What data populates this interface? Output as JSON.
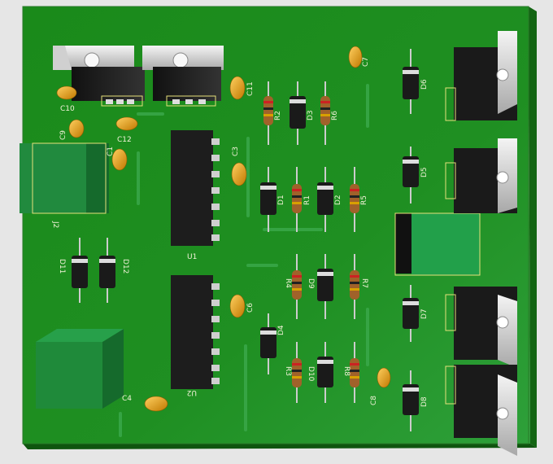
{
  "board": {
    "colors": {
      "background": "#e6e6e6",
      "pcb_green": "#1f8a1f",
      "pcb_dark": "#157015",
      "component_black": "#1b1b1b",
      "capacitor": "#e8a010",
      "connector": "#1f8a3a",
      "silkscreen": "#f2f2d8"
    }
  },
  "labels": {
    "C10": "C10",
    "C9": "C9",
    "C12": "C12",
    "C1": "C1",
    "C11": "C11",
    "C7": "C7",
    "C3": "C3",
    "C6": "C6",
    "C4": "C4",
    "C8": "C8",
    "R2": "R2",
    "D3": "D3",
    "R6": "R6",
    "D6": "D6",
    "D1": "D1",
    "R1": "R1",
    "D2": "D2",
    "R5": "R5",
    "D5": "D5",
    "J2": "J2",
    "U1": "U1",
    "D11": "D11",
    "D12": "D12",
    "R4": "R4",
    "D9": "D9",
    "R7": "R7",
    "D7": "D7",
    "D4": "D4",
    "R3": "R3",
    "D10": "D10",
    "R8": "R8",
    "D8": "D8",
    "U2": "U2"
  }
}
